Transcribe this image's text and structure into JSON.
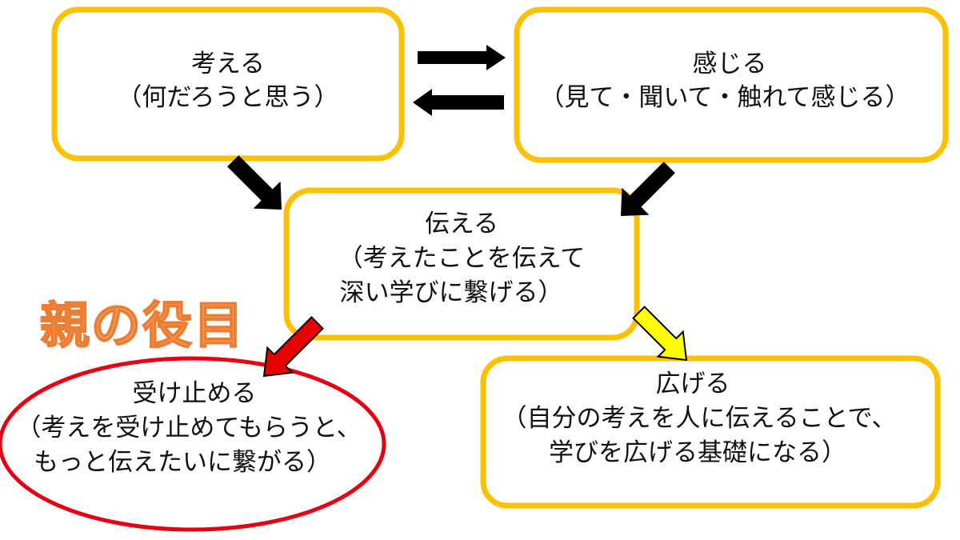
{
  "nodes": {
    "think": {
      "title": "考える",
      "line1": "（何だろうと思う）"
    },
    "feel": {
      "title": "感じる",
      "line1": "（見て・聞いて・触れて感じる）"
    },
    "convey": {
      "title": "伝える",
      "line1": "（考えたことを伝えて",
      "line2": "深い学びに繋げる）"
    },
    "receive": {
      "title": "受け止める",
      "line1": "（考えを受け止めてもらうと、",
      "line2": "もっと伝えたいに繋がる）"
    },
    "spread": {
      "title": "広げる",
      "line1": "（自分の考えを人に伝えることで、",
      "line2": "学びを広げる基礎になる）"
    }
  },
  "role_label": "親の役目",
  "colors": {
    "box_border": "#FFC000",
    "receive_border": "#E60012",
    "arrow_black": "#000000",
    "arrow_red": "#E60000",
    "arrow_yellow": "#FFFF00",
    "role_fill": "#F4B183",
    "role_stroke": "#ED7D31"
  }
}
